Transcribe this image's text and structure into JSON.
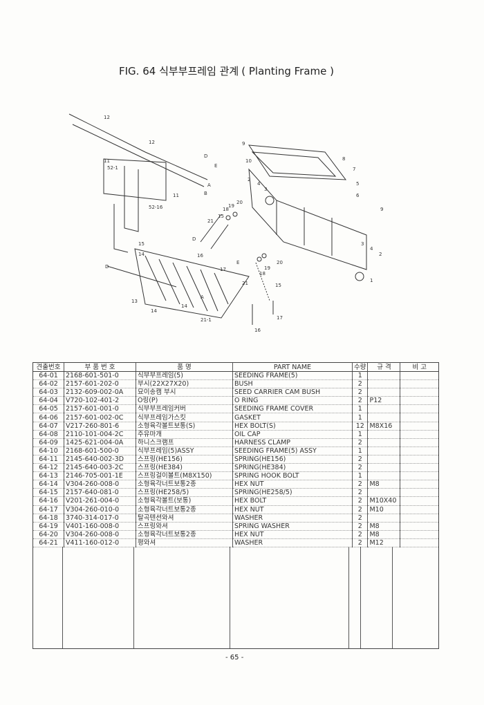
{
  "title": {
    "fig": "FIG. 64 식부부프레임 관계",
    "english": "( Planting Frame )"
  },
  "table": {
    "headers": [
      "견출번호",
      "부 품 번 호",
      "품 명",
      "PART NAME",
      "수량",
      "규 격",
      "비 고"
    ],
    "rows": [
      [
        "64-01",
        "2168-601-501-0",
        "식부부프레임(5)",
        "SEEDING FRAME(5)",
        "1",
        ""
      ],
      [
        "64-02",
        "2157-601-202-0",
        "부시(22X27X20)",
        "BUSH",
        "2",
        ""
      ],
      [
        "64-03",
        "2132-609-002-0A",
        "묘이송캠 부시",
        "SEED CARRIER CAM BUSH",
        "2",
        ""
      ],
      [
        "64-04",
        "V720-102-401-2",
        "O링(P)",
        "O RING",
        "2",
        "P12"
      ],
      [
        "64-05",
        "2157-601-001-0",
        "식부부프레임커버",
        "SEEDING FRAME COVER",
        "1",
        ""
      ],
      [
        "64-06",
        "2157-601-002-0C",
        "식부프레임가스킷",
        "GASKET",
        "1",
        ""
      ],
      [
        "64-07",
        "V217-260-801-6",
        "소형육각볼트보통(S)",
        "HEX BOLT(S)",
        "12",
        "M8X16"
      ],
      [
        "64-08",
        "2110-101-004-2C",
        "주유마개",
        "OIL CAP",
        "1",
        ""
      ],
      [
        "64-09",
        "1425-621-004-0A",
        "하니스크램프",
        "HARNESS CLAMP",
        "2",
        ""
      ],
      [
        "64-10",
        "2168-601-500-0",
        "식부프레임(5)ASSY",
        "SEEDING FRAME(5) ASSY",
        "1",
        ""
      ],
      [
        "64-11",
        "2145-640-002-3D",
        "스프링(HE156)",
        "SPRING(HE156)",
        "2",
        ""
      ],
      [
        "64-12",
        "2145-640-003-2C",
        "스프링(HE384)",
        "SPRING(HE384)",
        "2",
        ""
      ],
      [
        "64-13",
        "2146-705-001-1E",
        "스프링걸이볼트(M8X150)",
        "SPRING HOOK BOLT",
        "1",
        ""
      ],
      [
        "64-14",
        "V304-260-008-0",
        "소형육각너트보통2종",
        "HEX NUT",
        "2",
        "M8"
      ],
      [
        "64-15",
        "2157-640-081-0",
        "스프링(HE258/5)",
        "SPRING(HE258/5)",
        "2",
        ""
      ],
      [
        "64-16",
        "V201-261-004-0",
        "소형육각볼트(보통)",
        "HEX BOLT",
        "2",
        "M10X40"
      ],
      [
        "64-17",
        "V304-260-010-0",
        "소형육각너트보통2종",
        "HEX NUT",
        "2",
        "M10"
      ],
      [
        "64-18",
        "3740-314-017-0",
        "탈곡텐션와셔",
        "WASHER",
        "2",
        ""
      ],
      [
        "64-19",
        "V401-160-008-0",
        "스프링와셔",
        "SPRING WASHER",
        "2",
        "M8"
      ],
      [
        "64-20",
        "V304-260-008-0",
        "소형육각너트보통2종",
        "HEX NUT",
        "2",
        "M8"
      ],
      [
        "64-21",
        "V411-160-012-0",
        "평와셔",
        "WASHER",
        "2",
        "M12"
      ]
    ]
  },
  "diagram_labels": [
    "12",
    "12",
    "11",
    "52-1",
    "D",
    "E",
    "A",
    "B",
    "11",
    "52-16",
    "15",
    "14",
    "9",
    "10",
    "8",
    "7",
    "5",
    "6",
    "9",
    "2",
    "4",
    "3",
    "20",
    "18",
    "19",
    "21",
    "15",
    "D",
    "16",
    "17",
    "E",
    "19",
    "18",
    "20",
    "21",
    "15",
    "D",
    "13",
    "14",
    "14",
    "A",
    "21-1",
    "16",
    "17",
    "3",
    "4",
    "2",
    "1"
  ],
  "page_number": "- 65 -"
}
